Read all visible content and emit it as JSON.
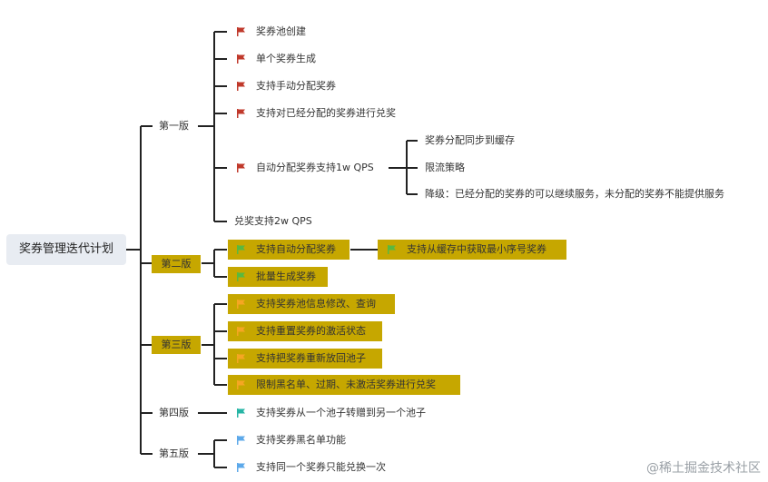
{
  "root": {
    "label": "奖券管理迭代计划"
  },
  "versions": [
    {
      "label": "第一版",
      "items": [
        {
          "label": "奖券池创建",
          "flag": "red-flag-icon"
        },
        {
          "label": "单个奖券生成",
          "flag": "red-flag-icon"
        },
        {
          "label": "支持手动分配奖券",
          "flag": "red-flag-icon"
        },
        {
          "label": "支持对已经分配的奖券进行兑奖",
          "flag": "red-flag-icon"
        },
        {
          "label": "自动分配奖券支持1w QPS",
          "flag": "red-flag-icon",
          "children": [
            {
              "label": "奖券分配同步到缓存"
            },
            {
              "label": "限流策略"
            },
            {
              "label": "降级：已经分配的奖券的可以继续服务，未分配的奖券不能提供服务"
            }
          ]
        },
        {
          "label": "兑奖支持2w QPS"
        }
      ]
    },
    {
      "label": "第二版",
      "items": [
        {
          "label": "支持自动分配奖券",
          "flag": "green-flag-icon",
          "children": [
            {
              "label": "支持从缓存中获取最小序号奖券",
              "flag": "green-flag-icon"
            }
          ]
        },
        {
          "label": "批量生成奖券",
          "flag": "green-flag-icon"
        }
      ]
    },
    {
      "label": "第三版",
      "items": [
        {
          "label": "支持奖券池信息修改、查询",
          "flag": "orange-flag-icon"
        },
        {
          "label": "支持重置奖券的激活状态",
          "flag": "orange-flag-icon"
        },
        {
          "label": "支持把奖券重新放回池子",
          "flag": "orange-flag-icon"
        },
        {
          "label": "限制黑名单、过期、未激活奖券进行兑奖",
          "flag": "orange-flag-icon"
        }
      ]
    },
    {
      "label": "第四版",
      "items": [
        {
          "label": "支持奖券从一个池子转赠到另一个池子",
          "flag": "teal-flag-icon"
        }
      ]
    },
    {
      "label": "第五版",
      "items": [
        {
          "label": "支持奖券黑名单功能",
          "flag": "blue-flag-icon"
        },
        {
          "label": "支持同一个奖券只能兑换一次",
          "flag": "blue-flag-icon"
        }
      ]
    }
  ],
  "colors": {
    "red-flag-icon": "#c0392b",
    "green-flag-icon": "#59b93f",
    "orange-flag-icon": "#f5a623",
    "teal-flag-icon": "#26b5a5",
    "blue-flag-icon": "#5da9ea",
    "highlight": "#c6a700"
  },
  "watermark": "@稀土掘金技术社区"
}
